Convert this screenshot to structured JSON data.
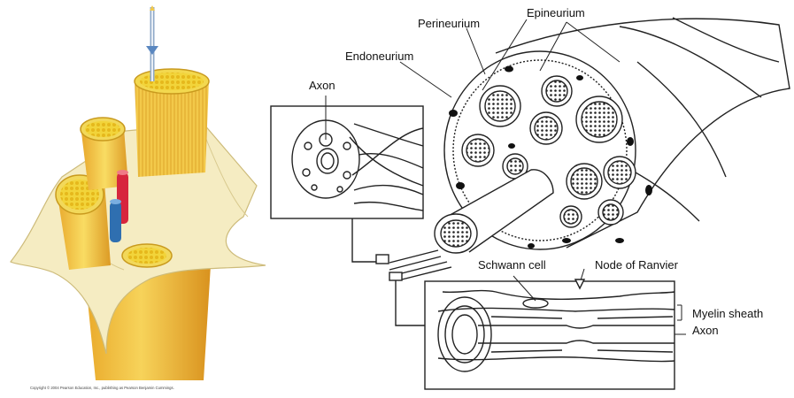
{
  "left_figure": {
    "copyright": "Copyright © 2004 Pearson Education, Inc., publishing as Pearson Benjamin Cummings."
  },
  "right_figure": {
    "labels": {
      "epineurium": "Epineurium",
      "perineurium": "Perineurium",
      "endoneurium": "Endoneurium",
      "axon_top": "Axon",
      "schwann_cell": "Schwann cell",
      "node_of_ranvier": "Node of Ranvier",
      "myelin_sheath": "Myelin sheath",
      "axon_bottom": "Axon"
    }
  },
  "colors": {
    "nerve_yellow": "#f2c94c",
    "fascicle_yellow": "#f6dc5a",
    "sheath_cream": "#f4ebc0",
    "artery_red": "#d7263d",
    "vein_blue": "#2f6fb0",
    "line_art": "#222222"
  }
}
